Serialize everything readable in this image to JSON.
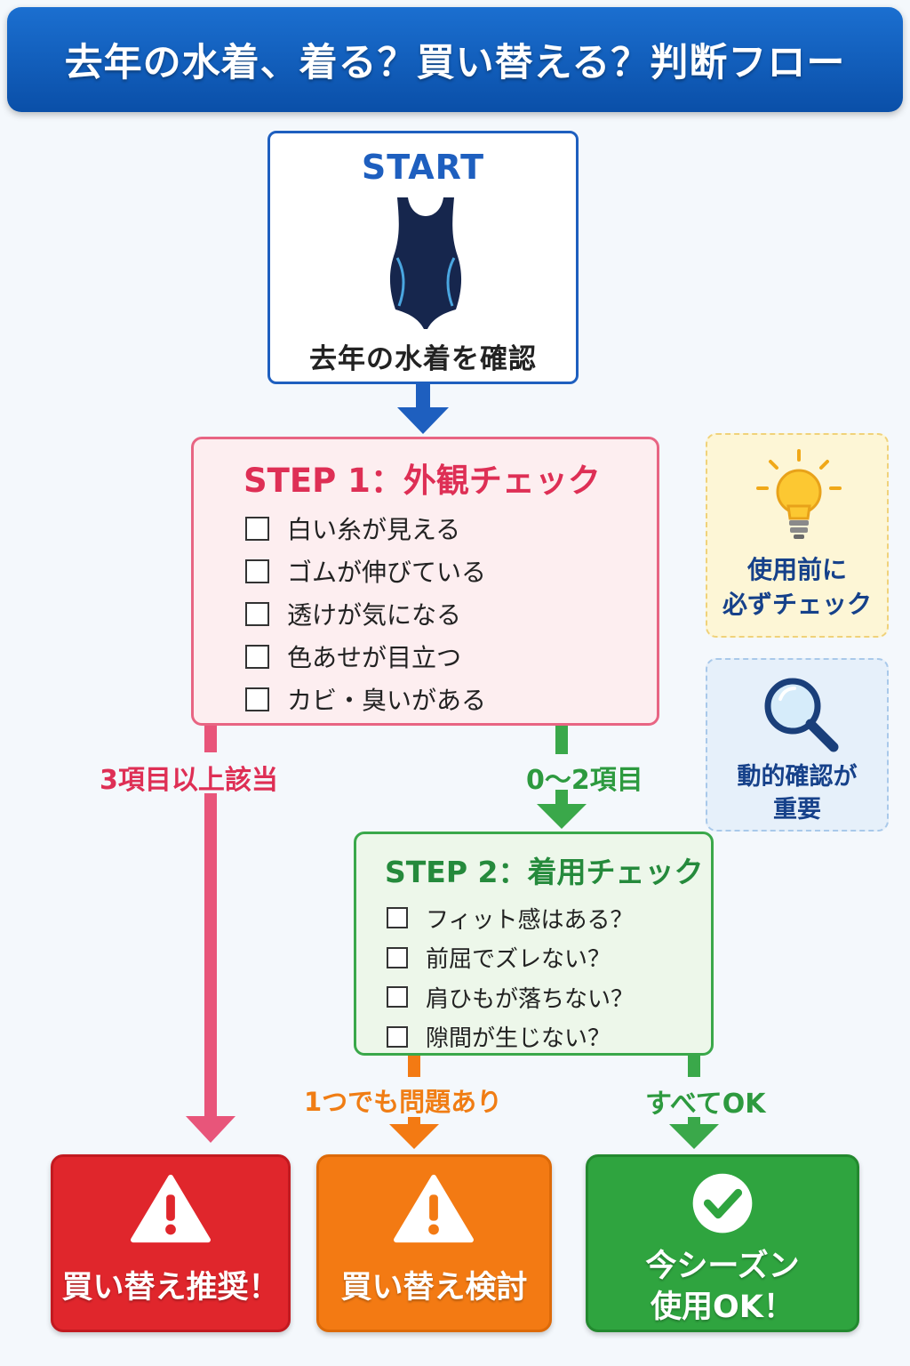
{
  "header": {
    "title": "去年の水着、着る？買い替える？判断フロー"
  },
  "start": {
    "label": "START",
    "caption": "去年の水着を確認",
    "icon": "swimsuit-icon"
  },
  "step1": {
    "title": "STEP 1：外観チェック",
    "items": [
      {
        "label": "白い糸が見える"
      },
      {
        "label": "ゴムが伸びている"
      },
      {
        "label": "透けが気になる"
      },
      {
        "label": "色あせが目立つ"
      },
      {
        "label": "カビ・臭いがある"
      }
    ],
    "color": "#de2f55"
  },
  "branches": {
    "three_plus": "3項目以上該当",
    "zero_to_two": "0～2項目",
    "one_issue": "1つでも問題あり",
    "all_ok": "すべてOK"
  },
  "step2": {
    "title": "STEP 2：着用チェック",
    "items": [
      {
        "label": "フィット感はある？"
      },
      {
        "label": "前屈でズレない？"
      },
      {
        "label": "肩ひもが落ちない？"
      },
      {
        "label": "隙間が生じない？"
      }
    ],
    "color": "#258a3c"
  },
  "notes": {
    "tip": {
      "text": "使用前に\n必ずチェック",
      "icon": "lightbulb-icon"
    },
    "dynamic": {
      "text": "動的確認が\n重要",
      "icon": "magnifier-icon"
    }
  },
  "results": {
    "replace": {
      "text": "買い替え推奨！",
      "icon": "warning-icon",
      "color": "#e0262c"
    },
    "consider": {
      "text": "買い替え検討",
      "icon": "warning-icon",
      "color": "#f37a13"
    },
    "ok": {
      "text": "今シーズン\n使用OK！",
      "icon": "checkmark-icon",
      "color": "#2fa43f"
    }
  }
}
